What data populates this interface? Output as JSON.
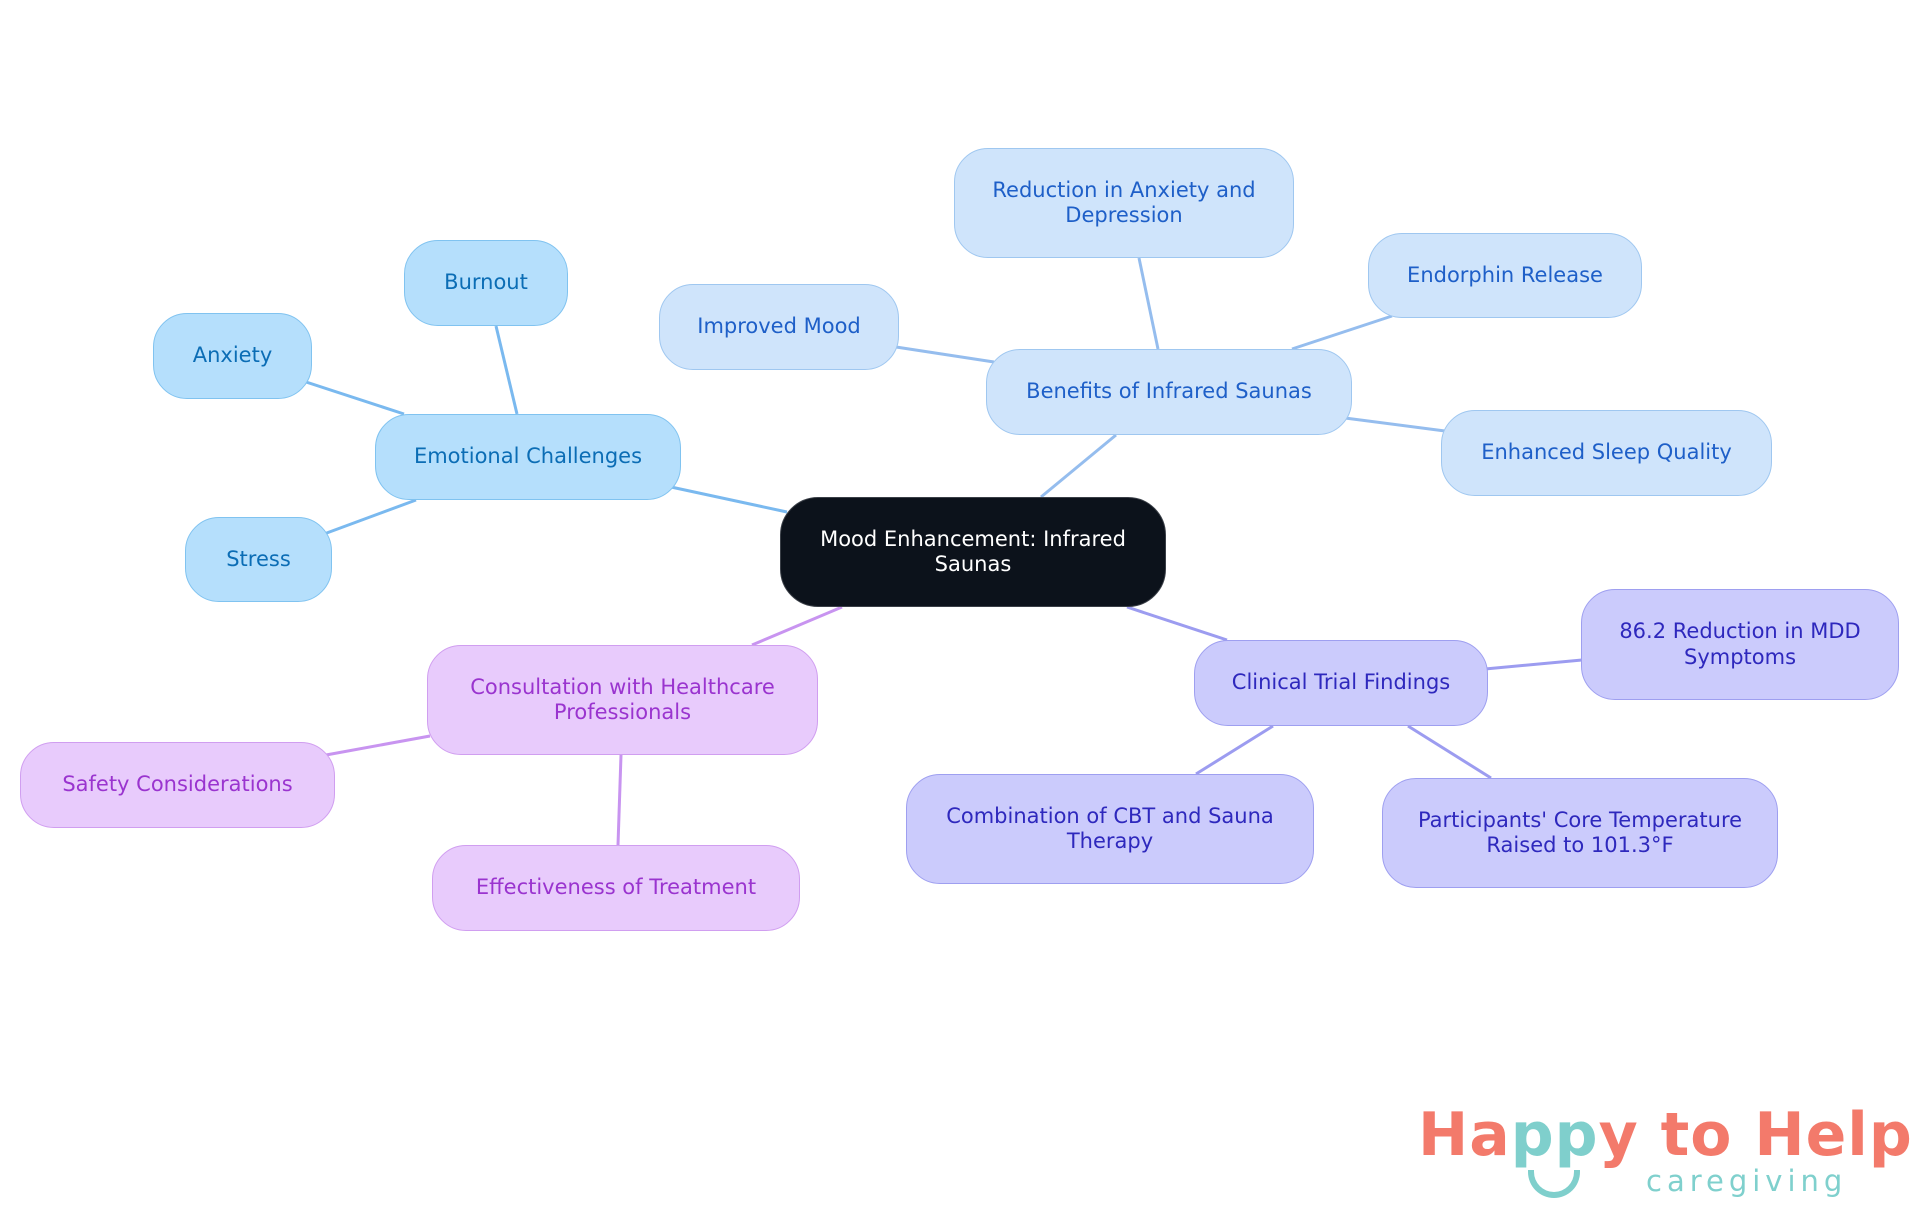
{
  "root": {
    "label": "Mood Enhancement: Infrared Saunas"
  },
  "branches": {
    "emotional": {
      "label": "Emotional Challenges",
      "children": [
        "Burnout",
        "Anxiety",
        "Stress"
      ]
    },
    "benefits": {
      "label": "Benefits of Infrared Saunas",
      "children": [
        "Reduction in Anxiety and Depression",
        "Improved Mood",
        "Endorphin Release",
        "Enhanced Sleep Quality"
      ]
    },
    "clinical": {
      "label": "Clinical Trial Findings",
      "children": [
        "86.2 Reduction in MDD Symptoms",
        "Combination of CBT and Sauna Therapy",
        "Participants' Core Temperature Raised to 101.3°F"
      ]
    },
    "consultation": {
      "label": "Consultation with Healthcare Professionals",
      "children": [
        "Safety Considerations",
        "Effectiveness of Treatment"
      ]
    }
  },
  "colors": {
    "emotional": "#b5dffc",
    "benefits": "#cfe4fb",
    "clinical": "#cbcbfc",
    "consultation": "#e8cbfc",
    "root": "#0c121b"
  },
  "logo": {
    "title": "Happy to Help",
    "subtitle": "caregiving"
  }
}
